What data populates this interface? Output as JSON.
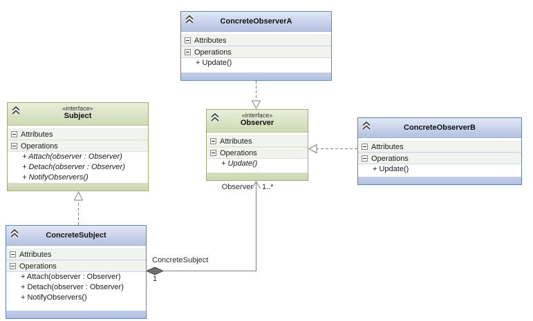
{
  "classes": [
    {
      "name": "ConcreteObserverA",
      "attributes_label": "Attributes",
      "operations_label": "Operations",
      "operations": [
        "+ Update()"
      ]
    },
    {
      "stereotype": "«interface»",
      "name": "Subject",
      "attributes_label": "Attributes",
      "operations_label": "Operations",
      "operations": [
        "+ Attach(observer : Observer)",
        "+ Detach(observer : Observer)",
        "+ NotifyObservers()"
      ]
    },
    {
      "stereotype": "«interface»",
      "name": "Observer",
      "attributes_label": "Attributes",
      "operations_label": "Operations",
      "operations": [
        "+ Update()"
      ]
    },
    {
      "name": "ConcreteObserverB",
      "attributes_label": "Attributes",
      "operations_label": "Operations",
      "operations": [
        "+ Update()"
      ]
    },
    {
      "name": "ConcreteSubject",
      "attributes_label": "Attributes",
      "operations_label": "Operations",
      "operations": [
        "+ Attach(observer : Observer)",
        "+ Detach(observer : Observer)",
        "+ NotifyObservers()"
      ]
    }
  ],
  "association": {
    "source_role": "ConcreteSubject",
    "source_multiplicity": "1",
    "target_role": "Observer",
    "target_multiplicity": "1..*"
  },
  "colors": {
    "class_border_blue": "#5e84b5",
    "class_header_blue_top": "#e2e7f4",
    "class_header_blue_bottom": "#b3c1e1",
    "class_border_green": "#a6a67a",
    "class_header_green_top": "#e9eedb",
    "class_header_green_bottom": "#cddab4",
    "section_background": "#f1f4ee",
    "connector": "#7f7f7f",
    "composition_diamond": "#6e6e6e"
  }
}
